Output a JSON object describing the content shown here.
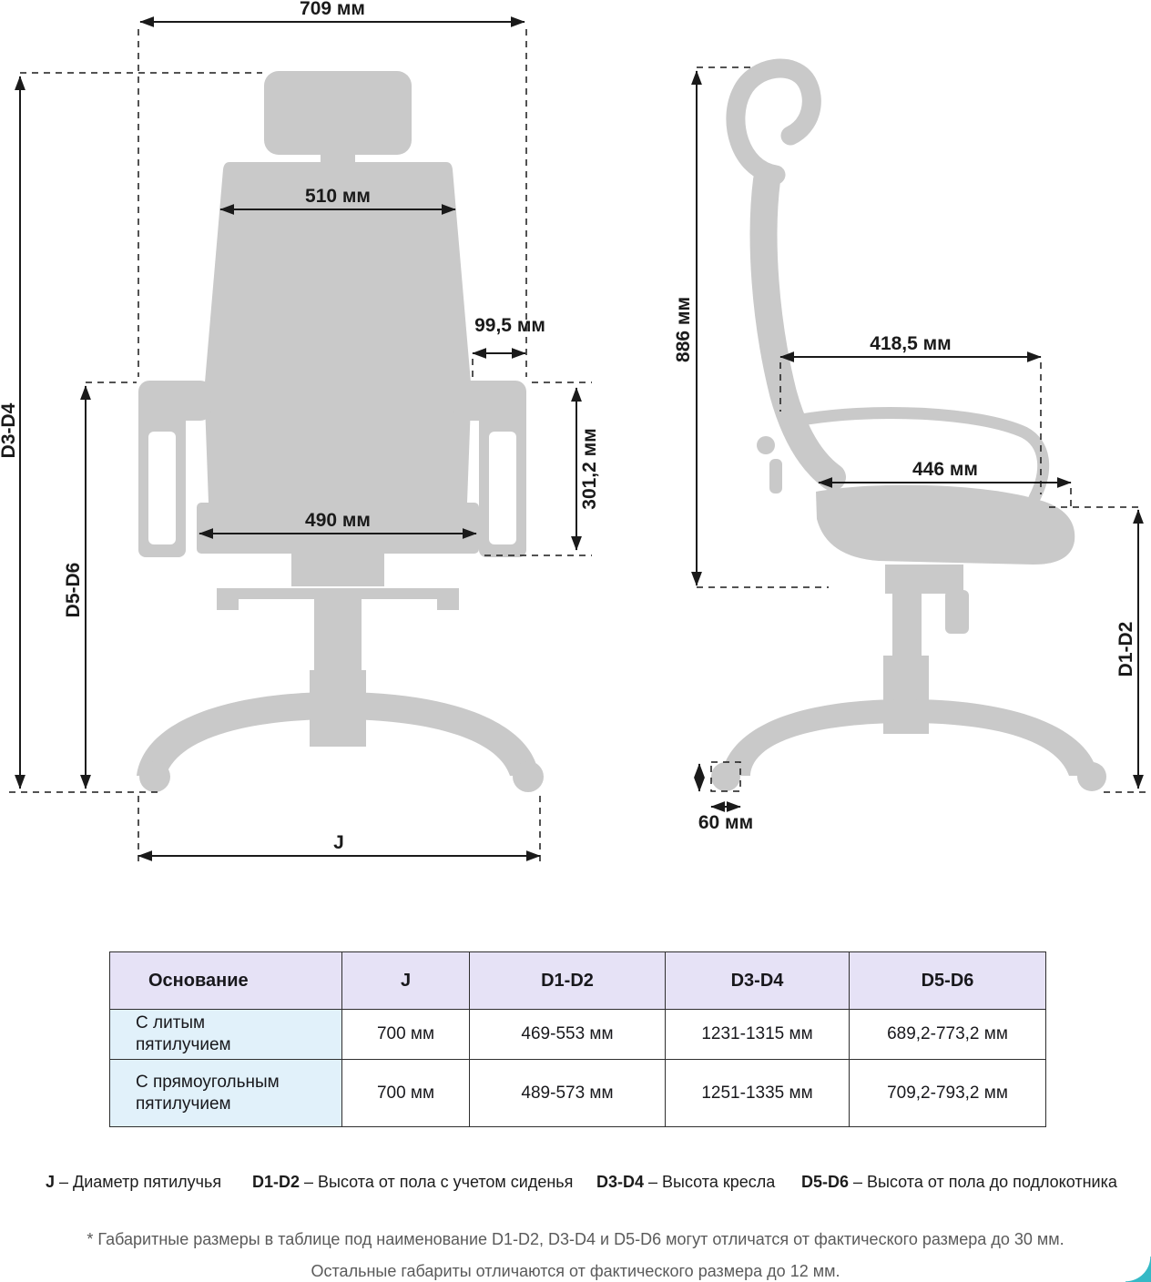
{
  "front_view": {
    "width_top": "709 мм",
    "backrest_width": "510 мм",
    "armrest_offset": "99,5 мм",
    "armrest_height": "301,2 мм",
    "seat_width": "490 мм",
    "height_total": "D3-D4",
    "height_armrest": "D5-D6",
    "base_diameter": "J"
  },
  "side_view": {
    "backrest_height": "886 мм",
    "armrest_length": "418,5 мм",
    "seat_depth": "446 мм",
    "seat_height": "D1-D2",
    "wheel_size": "60 мм"
  },
  "table": {
    "headers": [
      "Основание",
      "J",
      "D1-D2",
      "D3-D4",
      "D5-D6"
    ],
    "rows": [
      [
        "С литым пятилучием",
        "700 мм",
        "469-553 мм",
        "1231-1315 мм",
        "689,2-773,2 мм"
      ],
      [
        "С прямоугольным пятилучием",
        "700 мм",
        "489-573 мм",
        "1251-1335 мм",
        "709,2-793,2 мм"
      ]
    ]
  },
  "legend": [
    {
      "term": "J",
      "desc": "– Диаметр пятилучья"
    },
    {
      "term": "D1-D2",
      "desc": "– Высота от пола с учетом сиденья"
    },
    {
      "term": "D3-D4",
      "desc": "– Высота кресла"
    },
    {
      "term": "D5-D6",
      "desc": "– Высота от пола до подлокотника"
    }
  ],
  "footnote": {
    "line1": "* Габаритные размеры в таблице под наименование D1-D2, D3-D4 и D5-D6 могут отличатся от фактического размера до 30 мм.",
    "line2": "Остальные габариты отличаются от фактического размера до 12 мм."
  },
  "colors": {
    "chair": "#c9c9c9",
    "dimension": "#1a1a1a",
    "table_header_bg": "#e6e2f6",
    "table_label_bg": "#e1f1fa",
    "corner_accent": "#35b9c6"
  }
}
